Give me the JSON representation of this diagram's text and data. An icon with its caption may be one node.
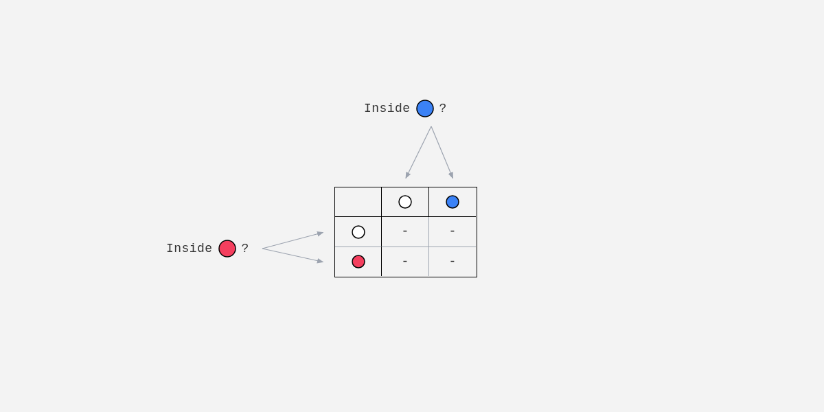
{
  "diagram": {
    "nodes": [
      {
        "text": [
          "Inside",
          "?"
        ]
      },
      {
        "text": [],
        "shape": "box"
      },
      {
        "text": [],
        "shape": "box",
        "in": 1
      },
      {
        "text": [],
        "shape": "box",
        "in": 1
      },
      {
        "text": [],
        "shape": "box",
        "in": 1
      },
      {
        "text": [],
        "shape": "box",
        "in": 1
      },
      {
        "text": [
          "-"
        ],
        "in": 1
      },
      {
        "text": [
          "-"
        ],
        "in": 1
      },
      {
        "text": [],
        "shape": "box",
        "in": 1
      },
      {
        "text": [
          "-"
        ],
        "in": 1
      },
      {
        "text": [
          "-"
        ],
        "in": 1
      },
      {
        "text": [
          "Inside",
          "?"
        ]
      }
    ],
    "edges": [
      {
        "from": 0,
        "to": 3,
        "arrow": "to"
      },
      {
        "from": 0,
        "to": 4,
        "arrow": "to"
      },
      {
        "from": 11,
        "to": 5,
        "arrow": "to"
      },
      {
        "from": 11,
        "to": 8,
        "arrow": "to"
      }
    ]
  }
}
